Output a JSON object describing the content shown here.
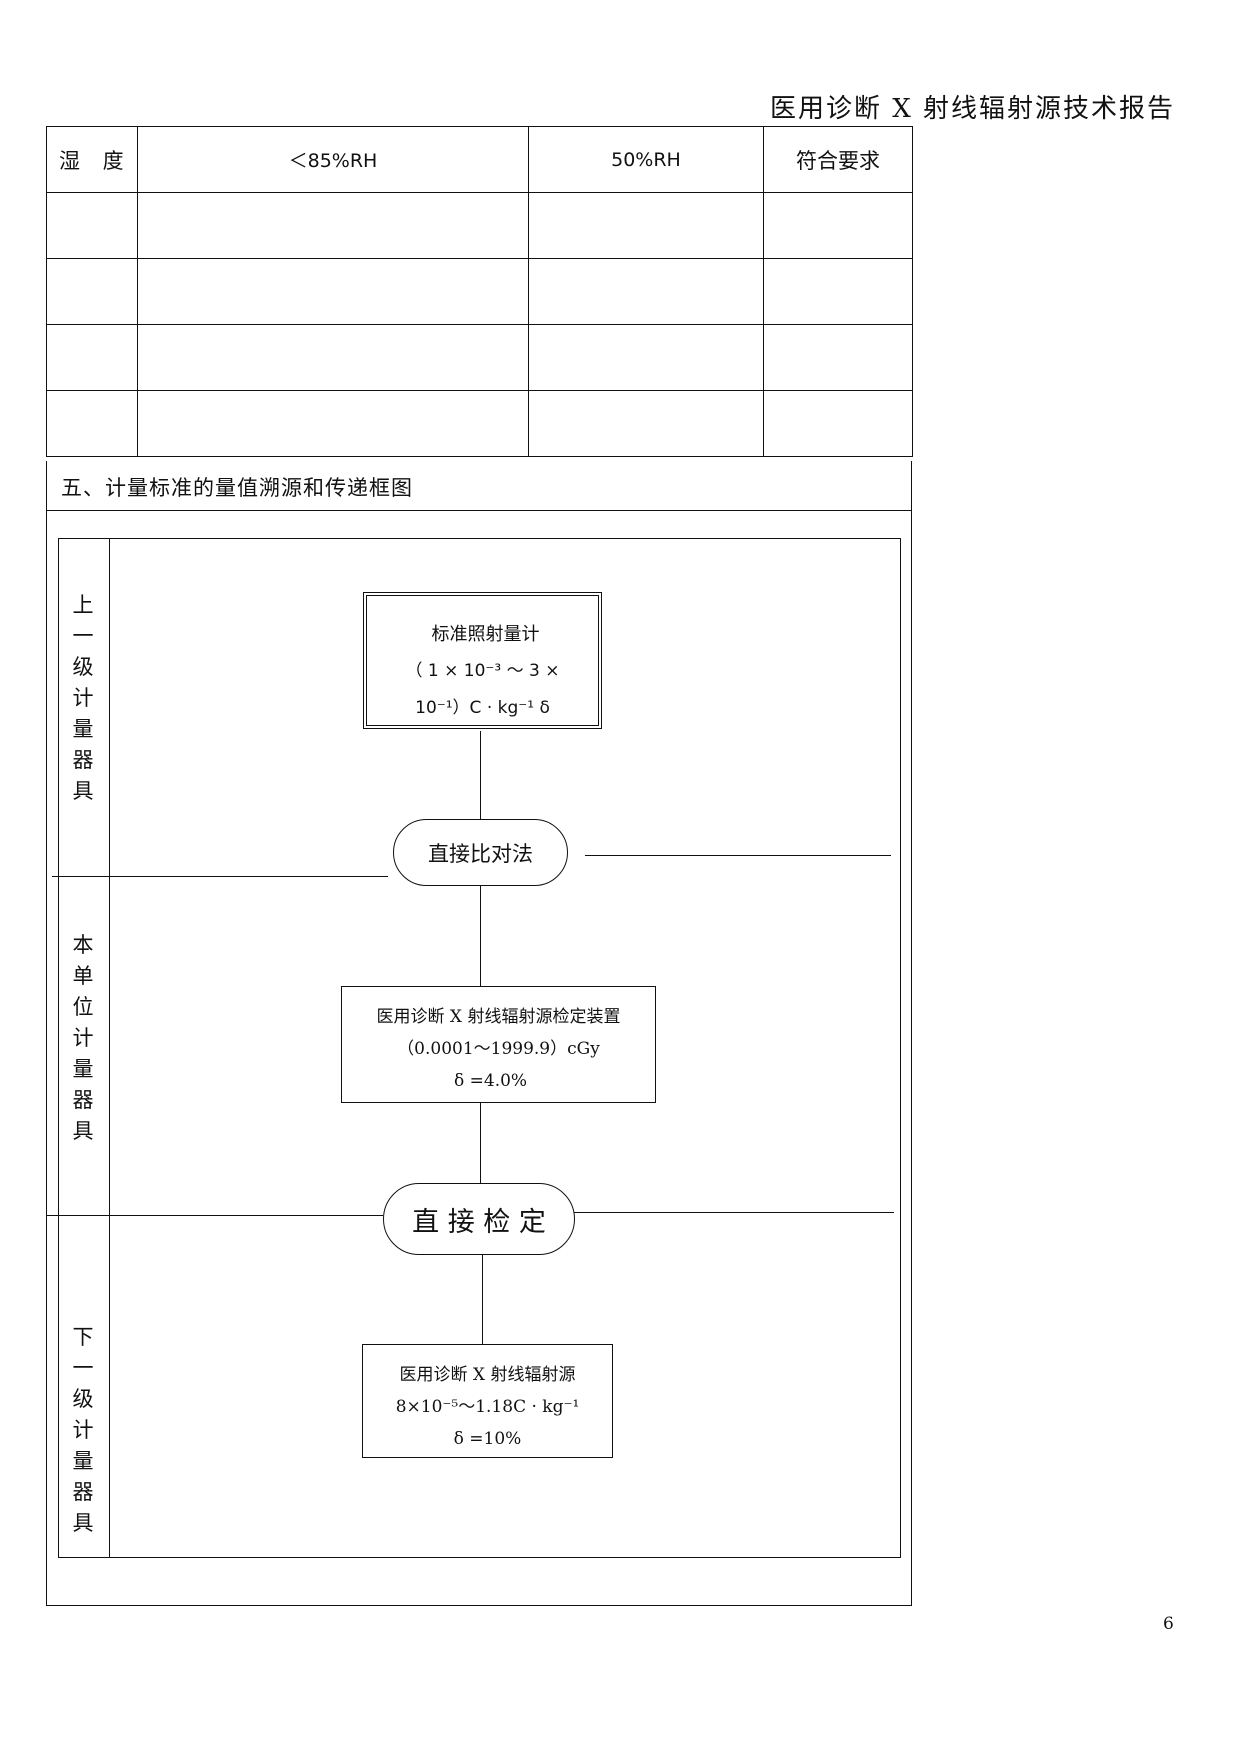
{
  "header": {
    "title": "医用诊断 X 射线辐射源技术报告"
  },
  "page_number": "6",
  "table": {
    "row1": {
      "label": "湿 度",
      "requirement": "＜85%RH",
      "measured": "50%RH",
      "conclusion": "符合要求"
    }
  },
  "section": {
    "title": "五、计量标准的量值溯源和传递框图"
  },
  "levels": {
    "upper": "上一级计量器具",
    "this": "本单位计量器具",
    "lower": "下一级计量器具"
  },
  "boxes": {
    "top": {
      "line1": "标准照射量计",
      "line2": "（ 1 × 10⁻³ ～ 3 ×",
      "line3": "10⁻¹）C · kg⁻¹ δ"
    },
    "method1": "直接比对法",
    "middle": {
      "line1": "医用诊断 X 射线辐射源检定装置",
      "line2": "（0.0001～1999.9）cGy",
      "line3": "δ =4.0%"
    },
    "method2": "直 接 检 定",
    "bottom": {
      "line1": "医用诊断 X 射线辐射源",
      "line2": "8×10⁻⁵～1.18C · kg⁻¹",
      "line3": "δ =10%"
    }
  }
}
